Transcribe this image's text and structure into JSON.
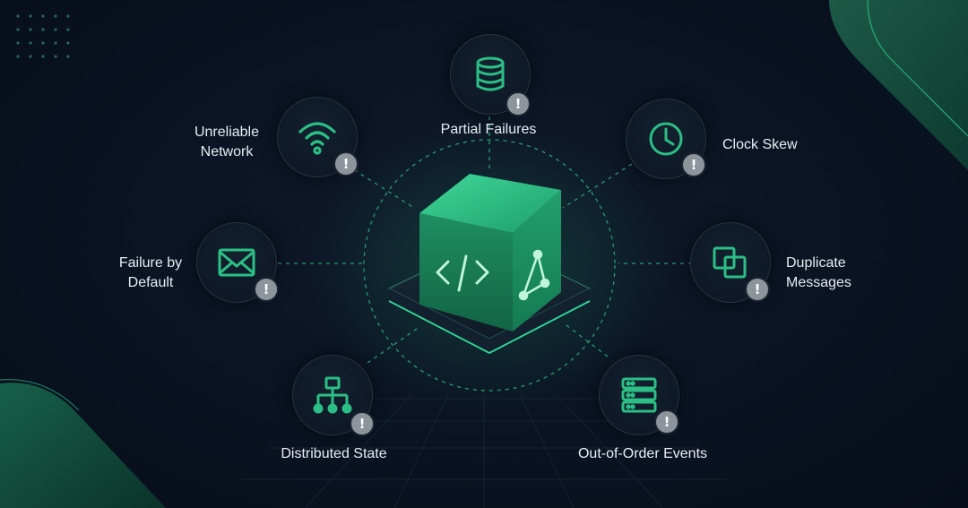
{
  "colors": {
    "accent": "#26b37a",
    "badge": "#8d949c",
    "background": "#0a1322",
    "text": "#e8edf2"
  },
  "center": {
    "icon_left": "code-brackets-icon",
    "icon_right": "network-triangle-icon"
  },
  "nodes": [
    {
      "id": "partial-failures",
      "label_lines": [
        "Partial Failures"
      ],
      "icon": "database-icon",
      "badge": "!"
    },
    {
      "id": "clock-skew",
      "label_lines": [
        "Clock Skew"
      ],
      "icon": "clock-icon",
      "badge": "!"
    },
    {
      "id": "duplicate-messages",
      "label_lines": [
        "Duplicate",
        "Messages"
      ],
      "icon": "duplicate-squares-icon",
      "badge": "!"
    },
    {
      "id": "out-of-order-events",
      "label_lines": [
        "Out-of-Order Events"
      ],
      "icon": "server-stack-icon",
      "badge": "!"
    },
    {
      "id": "distributed-state",
      "label_lines": [
        "Distributed State"
      ],
      "icon": "hierarchy-icon",
      "badge": "!"
    },
    {
      "id": "failure-by-default",
      "label_lines": [
        "Failure by",
        "Default"
      ],
      "icon": "envelope-icon",
      "badge": "!"
    },
    {
      "id": "unreliable-network",
      "label_lines": [
        "Unreliable",
        "Network"
      ],
      "icon": "wifi-icon",
      "badge": "!"
    }
  ]
}
